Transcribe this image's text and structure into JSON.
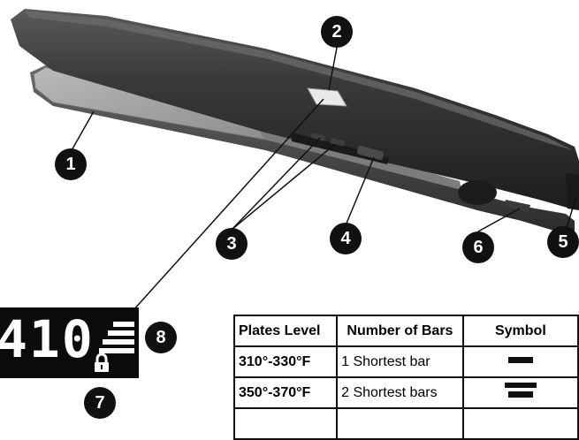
{
  "callouts": [
    "1",
    "2",
    "3",
    "4",
    "5",
    "6",
    "7",
    "8"
  ],
  "display": {
    "digits": "410",
    "lock_icon": "lock-icon",
    "bars_icon": "temperature-bars-icon"
  },
  "table": {
    "headers": [
      "Plates Level",
      "Number of Bars",
      "Symbol"
    ],
    "rows": [
      {
        "level": "310°-330°F",
        "bars_text": "1 Shortest bar",
        "bars": 1
      },
      {
        "level": "350°-370°F",
        "bars_text": "2 Shortest bars",
        "bars": 2
      },
      {
        "level": "",
        "bars_text": "",
        "bars": 0
      }
    ]
  },
  "colors": {
    "body": "#2c2c2e",
    "plate": "#9a9a9c",
    "ink": "#111111"
  }
}
